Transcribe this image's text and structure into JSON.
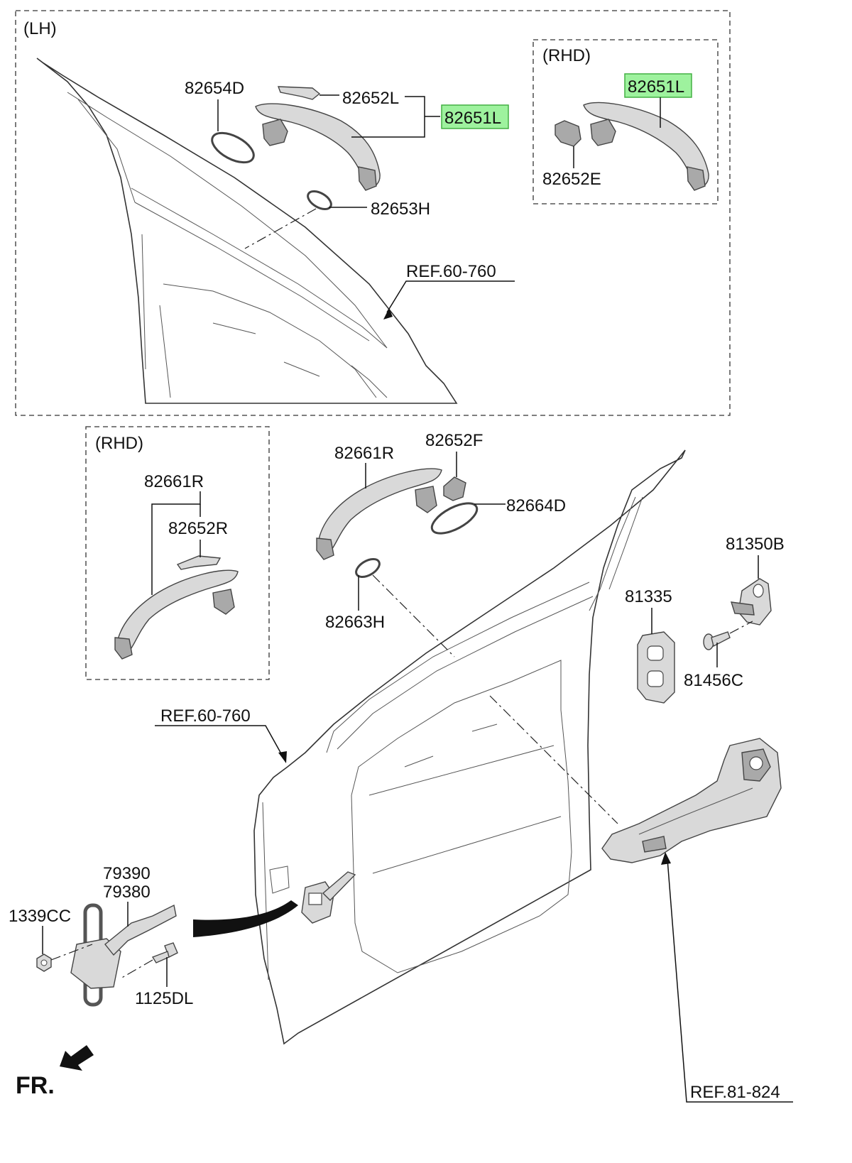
{
  "sections": {
    "lh": "(LH)",
    "rhd_top": "(RHD)",
    "rhd_left": "(RHD)"
  },
  "labels": {
    "p82654D": "82654D",
    "p82652L": "82652L",
    "p82651L_lh": "82651L",
    "p82653H": "82653H",
    "ref_top": "REF.60-760",
    "p82651L_rhd": "82651L",
    "p82652E": "82652E",
    "p82661R_rhd": "82661R",
    "p82652R": "82652R",
    "p82661R": "82661R",
    "p82652F": "82652F",
    "p82664D": "82664D",
    "p82663H": "82663H",
    "p81350B": "81350B",
    "p81335": "81335",
    "p81456C": "81456C",
    "ref_mid": "REF.60-760",
    "ref_latch": "REF.81-824",
    "p79390": "79390",
    "p79380": "79380",
    "p1339CC": "1339CC",
    "p1125DL": "1125DL",
    "fr": "FR."
  },
  "colors": {
    "highlight_fill": "#9ef29e",
    "highlight_border": "#43b043"
  }
}
